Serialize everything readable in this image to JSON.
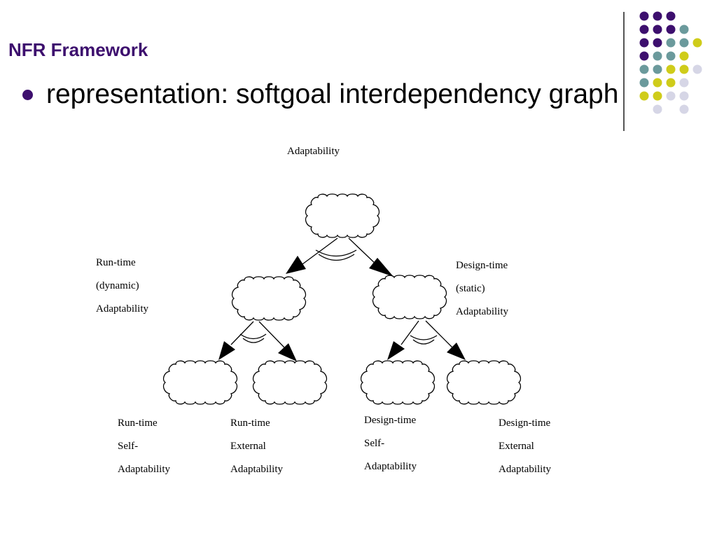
{
  "slide": {
    "title": "NFR Framework",
    "bullet": "representation: softgoal interdependency graph"
  },
  "colors": {
    "title": "#3d0f6e",
    "dot_purple": "#3d0f6e",
    "dot_teal": "#6b9a9c",
    "dot_yellow": "#cfcc1a",
    "dot_lavender": "#d6d6e6"
  },
  "decoration": {
    "dots": [
      [
        "purple",
        "purple",
        "purple",
        null,
        null
      ],
      [
        "purple",
        "purple",
        "purple",
        "teal",
        null
      ],
      [
        "purple",
        "purple",
        "teal",
        "teal",
        "yellow"
      ],
      [
        "purple",
        "teal",
        "teal",
        "yellow",
        null
      ],
      [
        "teal",
        "teal",
        "yellow",
        "yellow",
        "lavender"
      ],
      [
        "teal",
        "yellow",
        "yellow",
        "lavender",
        null
      ],
      [
        "yellow",
        "yellow",
        "lavender",
        "lavender",
        null
      ],
      [
        null,
        "lavender",
        null,
        "lavender",
        null
      ]
    ]
  },
  "diagram": {
    "root": {
      "lines": [
        "Adaptability"
      ]
    },
    "runtime": {
      "lines": [
        "Run-time",
        "(dynamic)",
        "Adaptability"
      ]
    },
    "designtime": {
      "lines": [
        "Design-time",
        "(static)",
        "Adaptability"
      ]
    },
    "rt_self": {
      "lines": [
        "Run-time",
        "Self-",
        "Adaptability"
      ]
    },
    "rt_external": {
      "lines": [
        "Run-time",
        "External",
        "Adaptability"
      ]
    },
    "dt_self": {
      "lines": [
        "Design-time",
        "Self-",
        "Adaptability"
      ]
    },
    "dt_external": {
      "lines": [
        "Design-time",
        "External",
        "Adaptability"
      ]
    }
  }
}
